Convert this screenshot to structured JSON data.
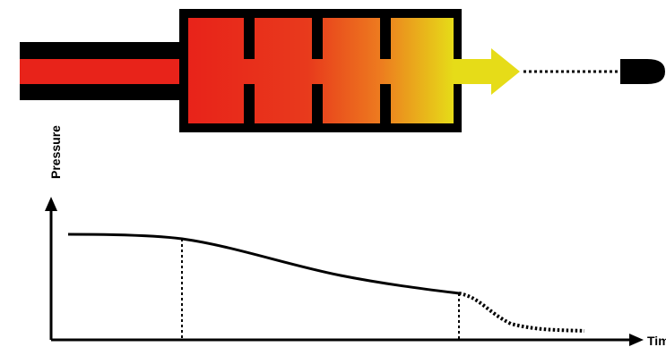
{
  "axes": {
    "y_label": "Pressure",
    "x_label": "Time"
  },
  "colors": {
    "outline": "#000000",
    "gradient_start": "#e8231a",
    "gradient_mid": "#ed7a1f",
    "gradient_end": "#e6dc18",
    "arrow": "#e6dc18",
    "bore": "#e8231a",
    "background": "#ffffff"
  },
  "components": {
    "chamber_segments": 4,
    "icon": "bullet-icon"
  }
}
